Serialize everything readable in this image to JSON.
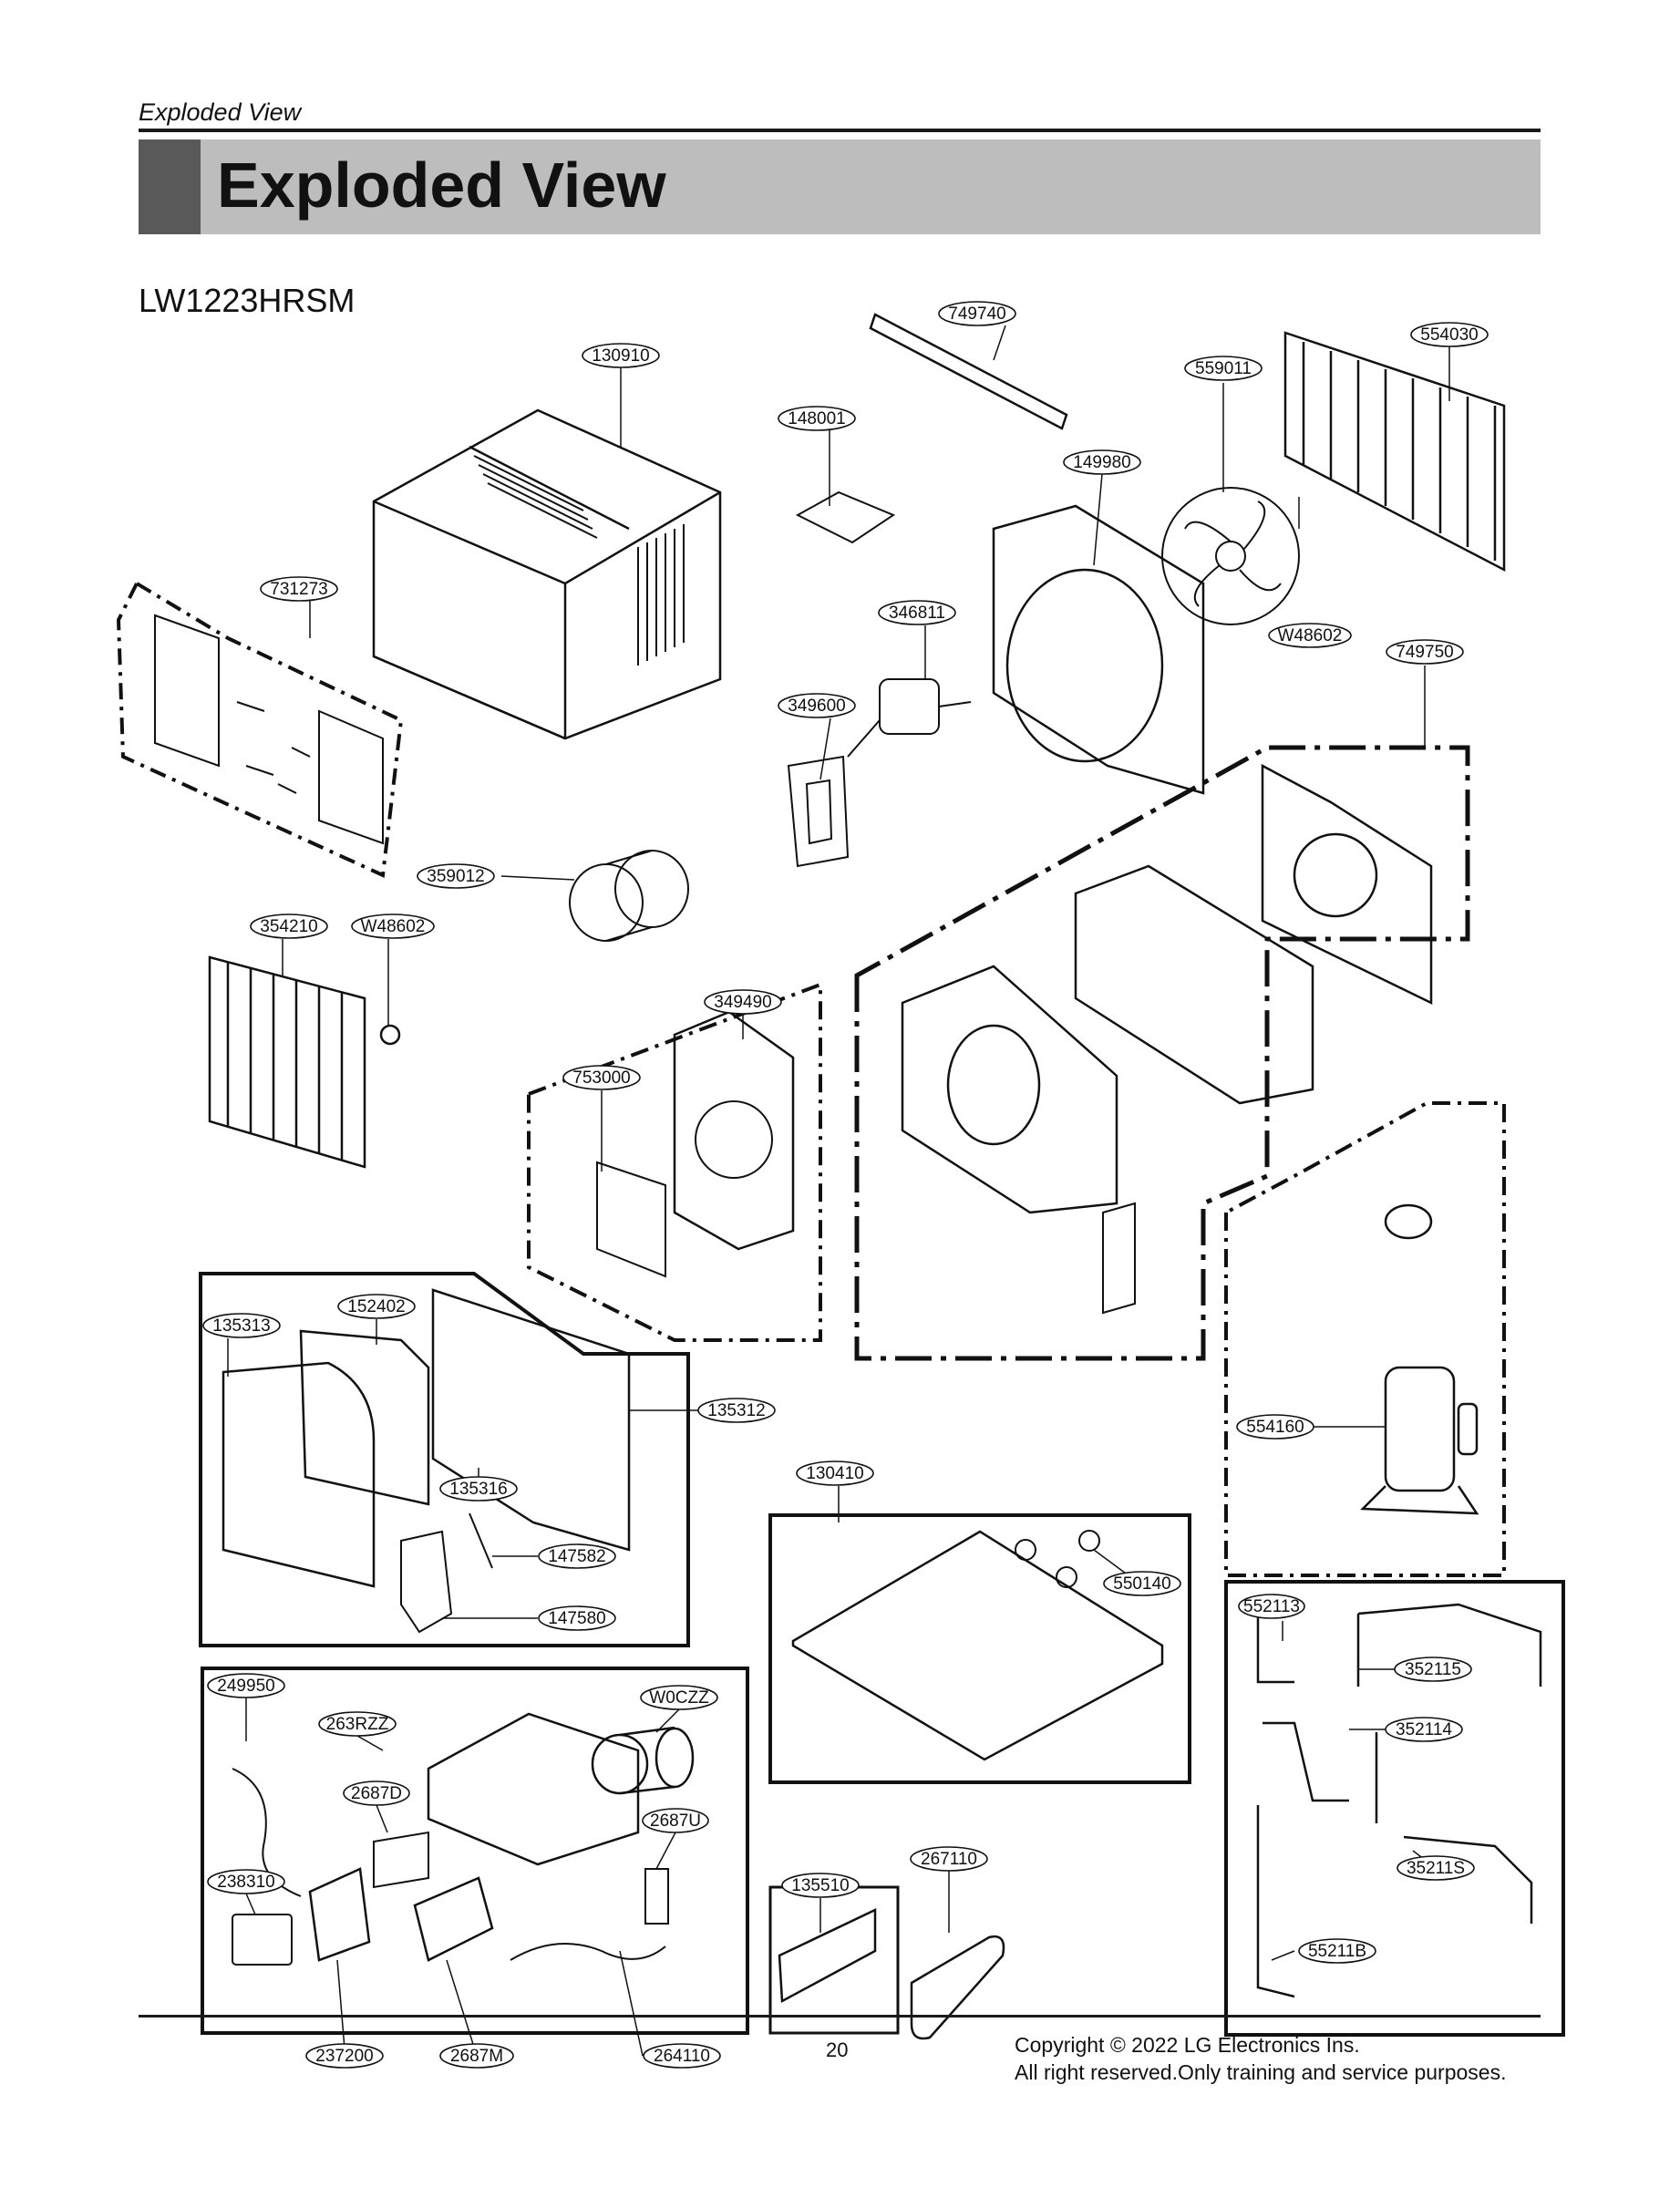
{
  "header": {
    "running_title": "Exploded View",
    "banner_title": "Exploded View"
  },
  "model": "LW1223HRSM",
  "callouts": [
    {
      "id": "c-749740",
      "label": "749740"
    },
    {
      "id": "c-554030",
      "label": "554030"
    },
    {
      "id": "c-130910",
      "label": "130910"
    },
    {
      "id": "c-559011",
      "label": "559011"
    },
    {
      "id": "c-148001",
      "label": "148001"
    },
    {
      "id": "c-149980",
      "label": "149980"
    },
    {
      "id": "c-731273",
      "label": "731273"
    },
    {
      "id": "c-346811",
      "label": "346811"
    },
    {
      "id": "c-W48602a",
      "label": "W48602"
    },
    {
      "id": "c-749750",
      "label": "749750"
    },
    {
      "id": "c-349600",
      "label": "349600"
    },
    {
      "id": "c-359012",
      "label": "359012"
    },
    {
      "id": "c-354210",
      "label": "354210"
    },
    {
      "id": "c-W48602b",
      "label": "W48602"
    },
    {
      "id": "c-349490",
      "label": "349490"
    },
    {
      "id": "c-753000",
      "label": "753000"
    },
    {
      "id": "c-135313",
      "label": "135313"
    },
    {
      "id": "c-152402",
      "label": "152402"
    },
    {
      "id": "c-135312",
      "label": "135312"
    },
    {
      "id": "c-135316",
      "label": "135316"
    },
    {
      "id": "c-130410",
      "label": "130410"
    },
    {
      "id": "c-554160",
      "label": "554160"
    },
    {
      "id": "c-147582",
      "label": "147582"
    },
    {
      "id": "c-147580",
      "label": "147580"
    },
    {
      "id": "c-550140",
      "label": "550140"
    },
    {
      "id": "c-552113",
      "label": "552113"
    },
    {
      "id": "c-352115",
      "label": "352115"
    },
    {
      "id": "c-249950",
      "label": "249950"
    },
    {
      "id": "c-W0CZZ",
      "label": "W0CZZ"
    },
    {
      "id": "c-263RZZ",
      "label": "263RZZ"
    },
    {
      "id": "c-352114",
      "label": "352114"
    },
    {
      "id": "c-2687D",
      "label": "2687D"
    },
    {
      "id": "c-2687U",
      "label": "2687U"
    },
    {
      "id": "c-267110",
      "label": "267110"
    },
    {
      "id": "c-35211S",
      "label": "35211S"
    },
    {
      "id": "c-238310",
      "label": "238310"
    },
    {
      "id": "c-135510",
      "label": "135510"
    },
    {
      "id": "c-55211B",
      "label": "55211B"
    },
    {
      "id": "c-237200",
      "label": "237200"
    },
    {
      "id": "c-2687M",
      "label": "2687M"
    },
    {
      "id": "c-264110",
      "label": "264110"
    }
  ],
  "footer": {
    "page_number": "20",
    "copyright_line1": "Copyright © 2022 LG Electronics Ins.",
    "copyright_line2": "All right reserved.Only training and service purposes."
  }
}
